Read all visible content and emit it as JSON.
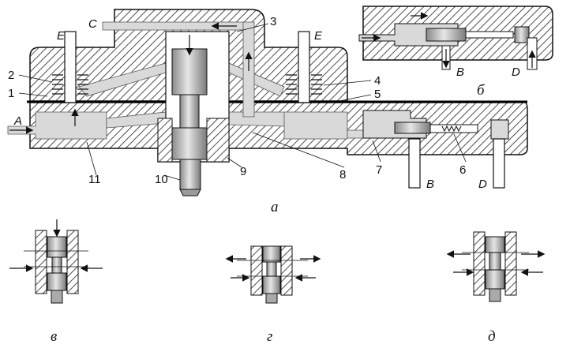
{
  "ports": {
    "A": "A",
    "C": "C",
    "E_left": "E",
    "E_right": "E",
    "B_main": "B",
    "D_main": "D",
    "B_inset": "B",
    "D_inset": "D"
  },
  "numbers": {
    "n1": "1",
    "n2": "2",
    "n3": "3",
    "n4": "4",
    "n5": "5",
    "n6": "6",
    "n7": "7",
    "n8": "8",
    "n9": "9",
    "n10": "10",
    "n11": "11"
  },
  "captions": {
    "a": "а",
    "b": "б",
    "v": "в",
    "g": "г",
    "d": "д"
  },
  "colors": {
    "hatch": "#222222",
    "body": "#ffffff",
    "channel": "#d9d9d9",
    "metal": "#bfbfbf"
  }
}
